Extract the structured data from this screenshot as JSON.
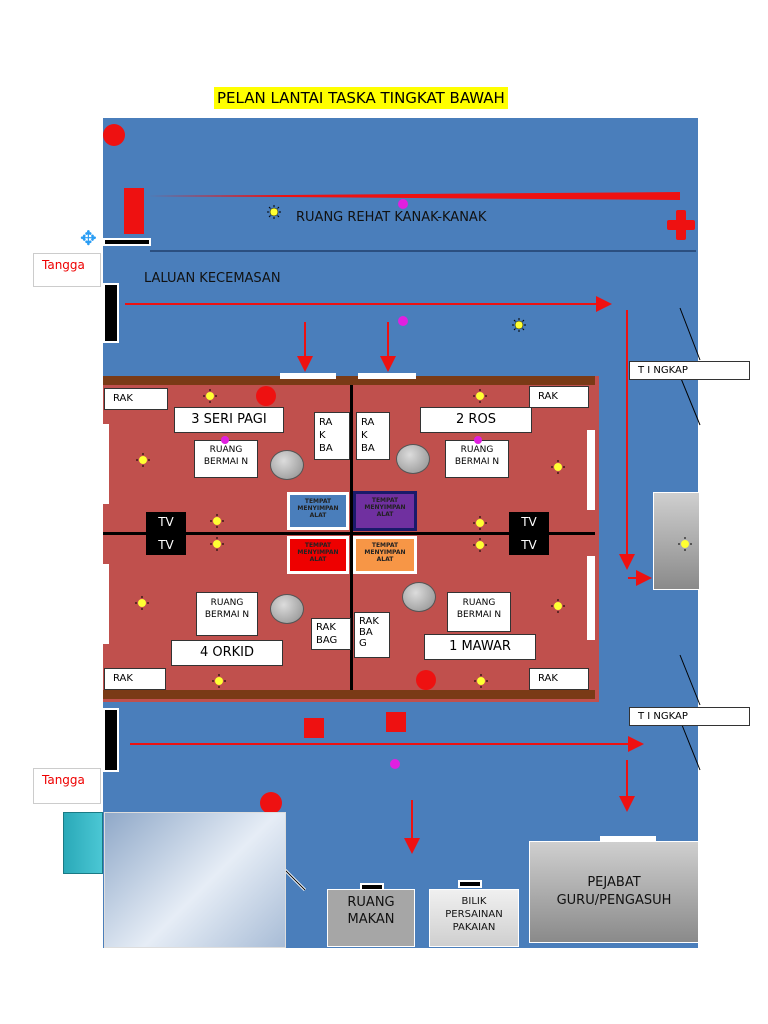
{
  "title": "PELAN LANTAI TASKA TINGKAT BAWAH",
  "colors": {
    "floor": "#4a7ebb",
    "room": "#c0504d",
    "arrow": "#ee1111",
    "title_bg": "#ffff00"
  },
  "labels": {
    "rest_room": "RUANG REHAT KANAK-KANAK",
    "evac_route": "LALUAN KECEMASAN",
    "stairs_top": "Tangga",
    "stairs_bottom": "Tangga",
    "window_top": "T I NGKAP",
    "window_bottom": "T   I NGKAP",
    "shelf_tl": "RAK",
    "shelf_tr": "RAK",
    "shelf_bl": "RAK",
    "shelf_br": "RAK",
    "class_tl": "3 SERI PAGI",
    "class_tr": "2 ROS",
    "class_bl": "4 ORKID",
    "class_br": "1 MAWAR",
    "rak_ba_1": "RA K BA",
    "rak_ba_2": "RA K BA",
    "rak_bag_1": "RAK BAG",
    "rak_bag_2": "RAK BA G",
    "play_tl": "RUANG BERMAI N",
    "play_tr": "RUANG BERMAI N",
    "play_bl": "RUANG BERMAI N",
    "play_br": "RUANG BERMAI N",
    "tv_tl1": "TV",
    "tv_tl2": "TV",
    "tv_tr1": "TV",
    "tv_tr2": "TV",
    "bin_blue": "TEMPAT MENYIMPAN ALAT",
    "bin_purple": "TEMPAT MENYIMPAN ALAT",
    "bin_red": "TEMPAT MENYIMPAN ALAT",
    "bin_orange": "TEMPAT MENYIMPAN ALAT",
    "dining": "RUANG MAKAN",
    "changing": "BILIK PERSAINAN PAKAIAN",
    "office": "PEJABAT GURU/PENGASUH"
  },
  "icons": [
    "fire-extinguisher-icon",
    "first-aid-icon",
    "fire-alarm-icon",
    "smoke-detector-icon",
    "speaker-icon",
    "exit-arrow-icon"
  ]
}
